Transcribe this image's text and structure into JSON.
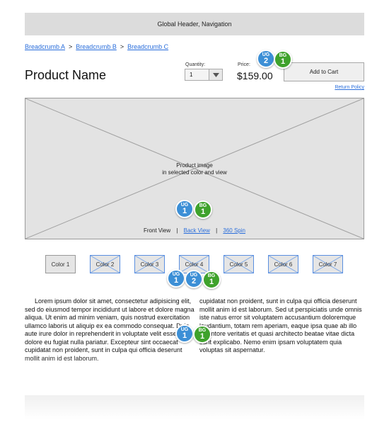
{
  "header": {
    "title": "Global Header, Navigation"
  },
  "breadcrumb": {
    "items": [
      "Breadcrumb A",
      "Breadcrumb B",
      "Breadcrumb C"
    ],
    "separator": ">"
  },
  "product": {
    "name": "Product Name"
  },
  "quantity": {
    "label": "Quantity:",
    "value": "1"
  },
  "price": {
    "label": "Price:",
    "value": "$159.00"
  },
  "cart": {
    "button_label": "Add to Cart",
    "return_policy": "Return Policy"
  },
  "image": {
    "caption_line1": "Product image",
    "caption_line2": "in selected color and view",
    "views": {
      "front": "Front View",
      "separator": "|",
      "back": "Back View",
      "spin": "360 Spin"
    }
  },
  "colors": [
    "Color 1",
    "Color 2",
    "Color 3",
    "Color 4",
    "Color 5",
    "Color 6",
    "Color 7"
  ],
  "description": {
    "left": "Lorem ipsum dolor sit amet, consectetur adipisicing elit, sed do eiusmod tempor incididunt ut labore et dolore magna aliqua. Ut enim ad minim veniam, quis nostrud exercitation ullamco laboris ut aliquip ex ea commodo consequat. Duis aute irure dolor in reprehenderit in voluptate velit esse cillum dolore eu fugiat nulla pariatur. Excepteur sint occaecat cupidatat non proident, sunt in culpa qui officia deserunt mollit anim id est laborum.",
    "right": "cupidatat non proident, sunt in culpa qui officia deserunt mollit anim id est laborum. Sed ut perspiciatis unde omnis iste natus error sit voluptatem accusantium doloremque laudantium, totam rem aperiam, eaque ipsa quae ab illo inventore veritatis et quasi architecto beatae vitae dicta sunt explicabo. Nemo enim ipsam voluptatem quia voluptas sit aspernatur."
  },
  "badges": {
    "ug_label": "UG",
    "bg_label": "BG",
    "cart_ug": "2",
    "cart_bg": "1",
    "image_ug": "1",
    "image_bg": "1",
    "colors_ug1": "1",
    "colors_ug2": "2",
    "colors_bg": "1",
    "desc_ug": "1",
    "desc_bg": "1"
  },
  "colors_theme": {
    "link": "#2a6edb",
    "ug_badge": "#3c8fd6",
    "bg_badge": "#3fa22c",
    "placeholder": "#e3e3e3"
  }
}
